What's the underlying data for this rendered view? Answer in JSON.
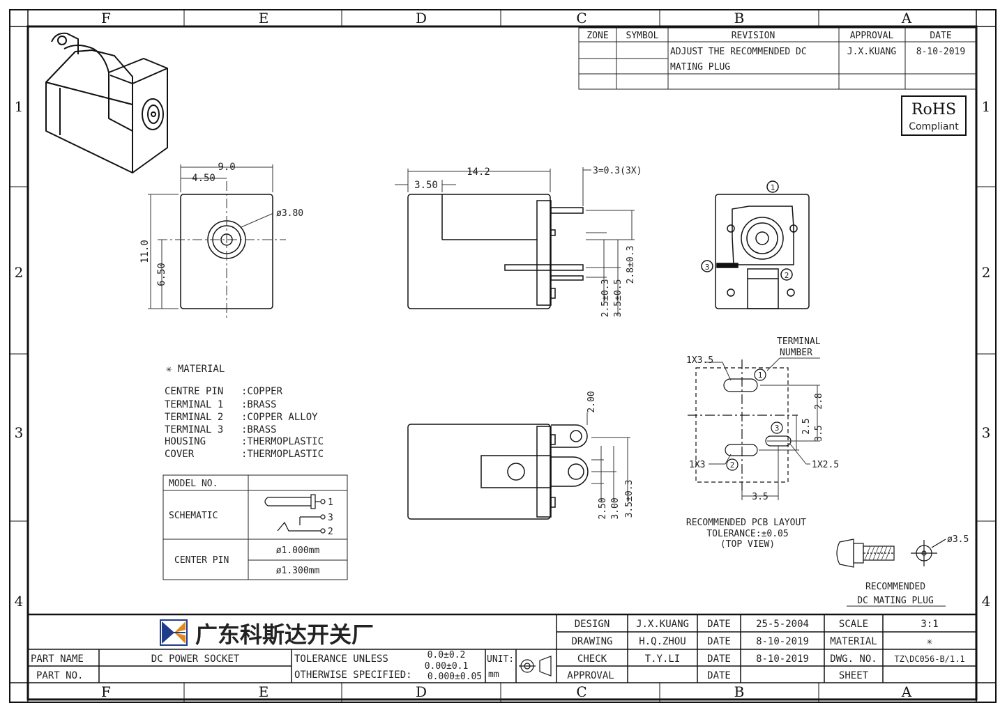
{
  "border": {
    "zones_top": [
      "F",
      "E",
      "D",
      "C",
      "B",
      "A"
    ],
    "zones_bottom": [
      "F",
      "E",
      "D",
      "C",
      "B",
      "A"
    ],
    "rows_left": [
      "1",
      "2",
      "3",
      "4"
    ],
    "rows_right": [
      "1",
      "2",
      "3",
      "4"
    ]
  },
  "revision_table": {
    "headers": [
      "ZONE",
      "SYMBOL",
      "REVISION",
      "APPROVAL",
      "DATE"
    ],
    "revision_line1": "ADJUST THE RECOMMENDED DC",
    "revision_line2": "MATING PLUG",
    "approval": "J.X.KUANG",
    "date": "8-10-2019"
  },
  "rohs": {
    "line1": "RoHS",
    "line2": "Compliant"
  },
  "front_view": {
    "dim_width": "9.0",
    "dim_half_width": "4.50",
    "dim_height": "11.0",
    "dim_center_height": "6.50",
    "dim_hole": "ø3.80"
  },
  "side_view": {
    "dim_length": "14.2",
    "dim_front": "3.50",
    "dim_pin": "3=0.3(3X)",
    "dim_a": "2.5±0.3",
    "dim_b": "3.5±0.5",
    "dim_c": "2.8±0.3"
  },
  "rear_view": {
    "terminal_1": "1",
    "terminal_2": "2",
    "terminal_3": "3"
  },
  "material": {
    "title": "✳ MATERIAL",
    "rows": [
      {
        "part": "CENTRE PIN",
        "material": ":COPPER"
      },
      {
        "part": "TERMINAL 1",
        "material": ":BRASS"
      },
      {
        "part": "TERMINAL 2",
        "material": ":COPPER ALLOY"
      },
      {
        "part": "TERMINAL 3",
        "material": ":BRASS"
      },
      {
        "part": "HOUSING",
        "material": ":THERMOPLASTIC"
      },
      {
        "part": "COVER",
        "material": ":THERMOPLASTIC"
      }
    ]
  },
  "model_table": {
    "model_label": "MODEL NO.",
    "schematic_label": "SCHEMATIC",
    "center_pin_label": "CENTER PIN",
    "pin_a": "ø1.000mm",
    "pin_b": "ø1.300mm",
    "sch_1": "1",
    "sch_3": "3",
    "sch_2": "2"
  },
  "bottom_view": {
    "dim_top": "2.00",
    "dim_a": "2.50",
    "dim_b": "3.00",
    "dim_c": "3.5±0.3"
  },
  "pcb_layout": {
    "terminal_label_1": "TERMINAL",
    "terminal_label_2": "NUMBER",
    "hole_a": "1X3.5",
    "hole_b": "1X3",
    "hole_c": "1X2.5",
    "dim_28": "2.8",
    "dim_25": "2.5",
    "dim_35v": "3.5",
    "dim_35h": "3.5",
    "t1": "1",
    "t2": "2",
    "t3": "3",
    "caption_1": "RECOMMENDED PCB LAYOUT",
    "caption_2": "TOLERANCE:±0.05",
    "caption_3": "(TOP VIEW)"
  },
  "mating_plug": {
    "dim": "ø3.5",
    "caption_1": "RECOMMENDED",
    "caption_2": "DC MATING PLUG"
  },
  "title_block": {
    "company": "广东科斯达开关厂",
    "part_name_label": "PART NAME",
    "part_name": "DC POWER SOCKET",
    "part_no_label": "PART NO.",
    "tol_label_1": "TOLERANCE UNLESS",
    "tol_label_2": "OTHERWISE SPECIFIED:",
    "tol_1": "0.0±0.2",
    "tol_2": "0.00±0.1",
    "tol_3": "0.000±0.05",
    "unit_label": "UNIT:",
    "unit": "mm",
    "design_label": "DESIGN",
    "design_name": "J.X.KUANG",
    "design_date_label": "DATE",
    "design_date": "25-5-2004",
    "drawing_label": "DRAWING",
    "drawing_name": "H.Q.ZHOU",
    "drawing_date_label": "DATE",
    "drawing_date": "8-10-2019",
    "check_label": "CHECK",
    "check_name": "T.Y.LI",
    "check_date_label": "DATE",
    "check_date": "8-10-2019",
    "approval_label": "APPROVAL",
    "approval_date_label": "DATE",
    "scale_label": "SCALE",
    "scale": "3:1",
    "material_label": "MATERIAL",
    "material": "✳",
    "dwg_label": "DWG. NO.",
    "dwg_no": "TZ\\DC056-B/1.1",
    "sheet_label": "SHEET"
  }
}
